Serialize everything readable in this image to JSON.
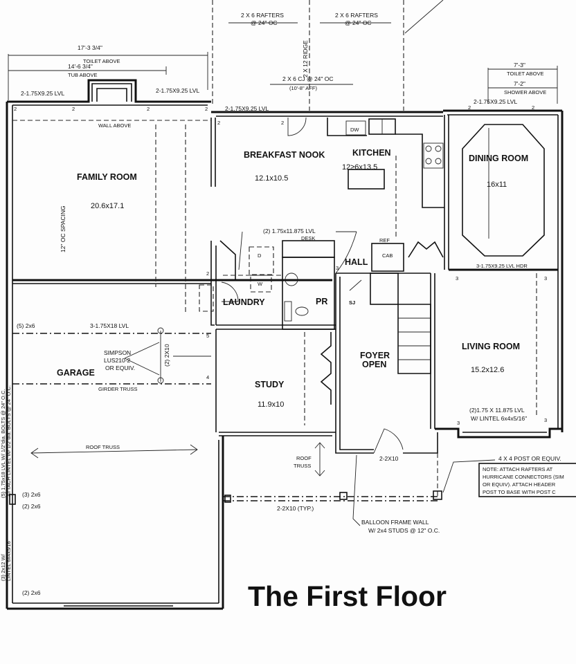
{
  "title": "The First Floor",
  "rooms": {
    "family_room": {
      "name": "FAMILY ROOM",
      "size": "20.6x17.1"
    },
    "breakfast_nook": {
      "name": "BREAKFAST NOOK",
      "size": "12.1x10.5"
    },
    "kitchen": {
      "name": "KITCHEN",
      "size": "12≥6x13.5"
    },
    "dining_room": {
      "name": "DINING ROOM",
      "size": "16x11"
    },
    "hall": {
      "name": "HALL"
    },
    "laundry": {
      "name": "LAUNDRY"
    },
    "powder_room": {
      "name": "PR"
    },
    "foyer": {
      "name": "FOYER",
      "sub": "OPEN"
    },
    "living_room": {
      "name": "LIVING ROOM",
      "size": "15.2x12.6"
    },
    "study": {
      "name": "STUDY",
      "size": "11.9x10"
    },
    "garage": {
      "name": "GARAGE"
    }
  },
  "fixtures": {
    "dishwasher": "DW",
    "dryer": "D",
    "washer": "W",
    "ref": "REF",
    "cab": "CAB",
    "sj": "SJ"
  },
  "top_notes": {
    "rafters_left": "2 X 6 RAFTERS",
    "rafters_left_oc": "@ 24\" OC",
    "rafters_right": "2 X 6 RAFTERS",
    "rafters_right_oc": "@ 24\" OC",
    "ridge": "2 X 12 RIDGE",
    "cj_line1": "2 X 6 CJ @ 24\" OC",
    "cj_line2": "(10'-8\" AFF)",
    "dim_toilet": "17'-3 3/4\"",
    "toilet_above": "TOILET ABOVE",
    "dim_tub": "14'-6 3/4\"",
    "tub_above": "TUB ABOVE",
    "dim_toilet_r": "7'-3\"",
    "toilet_above_r": "TOILET ABOVE",
    "dim_shower": "7'-2\"",
    "shower_above": "SHOWER ABOVE"
  },
  "beams": {
    "lvl_left": "2-1.75X9.25 LVL",
    "lvl_mid": "2-1.75X9.25 LVL",
    "lvl_nook": "2-1.75X9.25 LVL",
    "lvl_dining": "2-1.75X9.25 LVL",
    "wall_above": "WALL ABOVE",
    "spacing": "12\" OC SPACING",
    "desk_lvl": "(2) 1.75x11.875 LVL",
    "desk": "DESK",
    "hall_hdr": "3-1.75X9.25 LVL HDR",
    "garage_lvl": "3-1.75X18 LVL",
    "simpson1": "SIMPSON",
    "simpson2": "LUS210-2",
    "simpson3": "OR EQUIV.",
    "joist": "(2) 2X10",
    "girder": "GIRDER TRUSS",
    "roof_truss": "ROOF TRUSS",
    "roof_truss_v1": "ROOF",
    "roof_truss_v2": "TRUSS",
    "post_2x6_a": "(5) 2x6",
    "post_2x6_b": "(3) 2x6",
    "post_2x6_c": "(2) 2x6",
    "post_2x6_d": "(2) 2x6",
    "left_vertical_1": "(5) 1.75x18 LVL W/ 1/2\"dia. BOLTS @ 24\" O.C.",
    "left_vertical_2": "ATTACH LINTEL W/ 1/2\"dia. BOLTS @ 24\" O.C.",
    "left_vertical_3": "(3) 2x12 W/",
    "left_vertical_4": "LINTEL 6x4x5/16\"",
    "living_lvl1": "(2)1.75 X 11.875 LVL",
    "living_lvl2": "W/ LINTEL 6x4x5/16\"",
    "foyer_2x10": "2-2X10",
    "typ_2x10": "2-2X10 (TYP.)",
    "balloon1": "BALLOON FRAME WALL",
    "balloon2": "W/ 2x4 STUDS @ 12\" O.C.",
    "post": "4 X 4 POST OR EQUIV.",
    "note_lines": [
      "NOTE: ATTACH RAFTERS AT",
      "HURRICANE CONNECTORS (SIM",
      "OR EQUIV). ATTACH HEADER",
      "POST TO BASE WITH POST C"
    ]
  },
  "marks": {
    "n2": "2",
    "n3": "3",
    "n4": "4",
    "n5": "5"
  }
}
